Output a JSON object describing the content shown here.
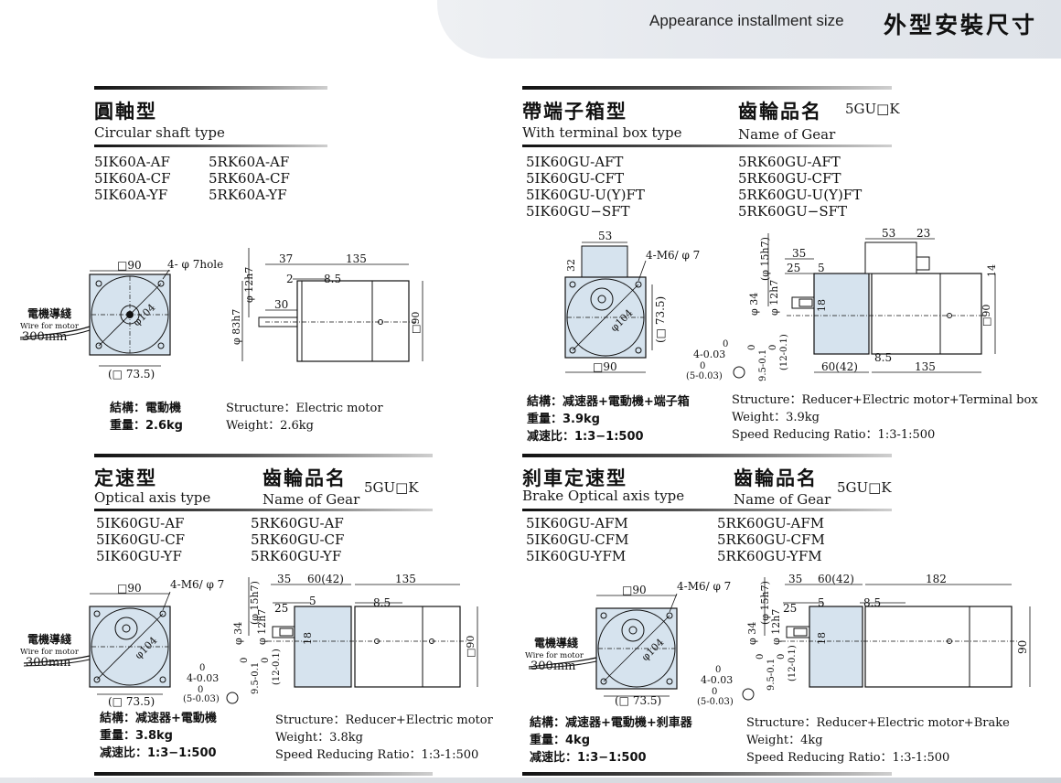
{
  "header": {
    "title_en": "Appearance installment size",
    "title_zh": "外型安裝尺寸"
  },
  "colors": {
    "motor_fill": "#d6e3ee",
    "line": "#111111",
    "header_bg": "#e6e9ee"
  },
  "sections": {
    "circular": {
      "title_zh": "圓軸型",
      "subtitle_en": "Circular shaft type",
      "models_left": [
        "5IK60A-AF",
        "5IK60A-CF",
        "5IK60A-YF"
      ],
      "models_right": [
        "5RK60A-AF",
        "5RK60A-CF",
        "5RK60A-YF"
      ],
      "spec_zh": [
        "結構：電動機",
        "重量：2.6kg"
      ],
      "spec_en": [
        "Structure：Electric motor",
        "Weight：2.6kg"
      ],
      "dims": {
        "sq": "□90",
        "hole": "4- φ 7hole",
        "pcd": "φ104",
        "bolt": "(□ 73.5)",
        "shaft": "φ 12h7",
        "body": "φ 83h7",
        "d37": "37",
        "d2": "2",
        "d85": "8.5",
        "d135": "135",
        "d30": "30",
        "sq_side": "□90",
        "wire_zh": "電機導綫",
        "wire_en": "Wire for motor",
        "wire_len": "300mm"
      }
    },
    "terminal": {
      "title_zh": "帶端子箱型",
      "subtitle_en": "With terminal box type",
      "gear_title_zh": "齒輪品名",
      "gear_code": "5GU□K",
      "gear_sub_en": "Name of Gear",
      "models_left": [
        "5IK60GU-AFT",
        "5IK60GU-CFT",
        "5IK60GU-U(Y)FT",
        "5IK60GU−SFT"
      ],
      "models_right": [
        "5RK60GU-AFT",
        "5RK60GU-CFT",
        "5RK60GU-U(Y)FT",
        "5RK60GU−SFT"
      ],
      "spec_zh": [
        "結構：减速器+電動機+端子箱",
        "重量：3.9kg",
        "减速比：1:3−1:500"
      ],
      "spec_en": [
        "Structure：Reducer+Electric motor+Terminal box",
        "Weight：3.9kg",
        "Speed Reducing Ratio：1:3-1:500"
      ],
      "dims": {
        "d53": "53",
        "d32": "32",
        "tap": "4-M6/ φ 7",
        "pcd": "φ104",
        "d735": "(□ 73.5)",
        "sq": "□90",
        "d53b": "53",
        "d23": "23",
        "d35": "35",
        "d25": "25",
        "d5": "5",
        "d14": "14",
        "shaft15": "(φ 15h7)",
        "shaft12": "φ 12h7",
        "d34": "φ 34",
        "d18": "18",
        "sq_side": "□90",
        "d6042": "60(42)",
        "d85": "8.5",
        "d135": "135",
        "key_a": "0",
        "key_b": "4-0.03",
        "key_c": "0",
        "key_d": "(5-0.03)",
        "key_e": "0",
        "key_f": "9.5-0.1",
        "key_g": "0",
        "key_h": "(12-0.1)"
      }
    },
    "optical": {
      "title_zh": "定速型",
      "subtitle_en": "Optical axis type",
      "gear_title_zh": "齒輪品名",
      "gear_code": "5GU□K",
      "gear_sub_en": "Name of Gear",
      "models_left": [
        "5IK60GU-AF",
        "5IK60GU-CF",
        "5IK60GU-YF"
      ],
      "models_right": [
        "5RK60GU-AF",
        "5RK60GU-CF",
        "5RK60GU-YF"
      ],
      "spec_zh": [
        "結構：减速器+電動機",
        "重量：3.8kg",
        "减速比：1:3−1:500"
      ],
      "spec_en": [
        "Structure：Reducer+Electric motor",
        "Weight：3.8kg",
        "Speed Reducing Ratio：1:3-1:500"
      ],
      "dims": {
        "sq": "□90",
        "tap": "4-M6/ φ 7",
        "pcd": "φ104",
        "d735": "(□ 73.5)",
        "d35": "35",
        "d6042": "60(42)",
        "d135": "135",
        "d25": "25",
        "d5": "5",
        "d85": "8.5",
        "shaft15": "(φ 15h7)",
        "shaft12": "φ 12h7",
        "d34": "φ 34",
        "d18": "18",
        "sq_side": "□90",
        "key_a": "0",
        "key_b": "4-0.03",
        "key_c": "0",
        "key_d": "(5-0.03)",
        "key_e": "0",
        "key_f": "9.5-0.1",
        "key_g": "0",
        "key_h": "(12-0.1)",
        "wire_zh": "電機導綫",
        "wire_en": "Wire for motor",
        "wire_len": "300mm"
      }
    },
    "brake": {
      "title_zh": "刹車定速型",
      "subtitle_en": "Brake Optical axis type",
      "gear_title_zh": "齒輪品名",
      "gear_code": "5GU□K",
      "gear_sub_en": "Name of Gear",
      "models_left": [
        "5IK60GU-AFM",
        "5IK60GU-CFM",
        "5IK60GU-YFM"
      ],
      "models_right": [
        "5RK60GU-AFM",
        "5RK60GU-CFM",
        "5RK60GU-YFM"
      ],
      "spec_zh": [
        "結構：减速器+電動機+刹車器",
        "重量：4kg",
        "减速比：1:3−1:500"
      ],
      "spec_en": [
        "Structure：Reducer+Electric motor+Brake",
        "Weight：4kg",
        "Speed Reducing Ratio：1:3-1:500"
      ],
      "dims": {
        "sq": "□90",
        "tap": "4-M6/ φ 7",
        "pcd": "φ104",
        "d735": "(□ 73.5)",
        "d35": "35",
        "d6042": "60(42)",
        "d182": "182",
        "d25": "25",
        "d5": "5",
        "d85": "8.5",
        "shaft15": "(φ 15h7)",
        "shaft12": "φ 12h7",
        "d34": "φ 34",
        "d18": "18",
        "side90": "90",
        "key_a": "0",
        "key_b": "4-0.03",
        "key_c": "0",
        "key_d": "(5-0.03)",
        "key_e": "0",
        "key_f": "9.5-0.1",
        "key_g": "0",
        "key_h": "(12-0.1)",
        "wire_zh": "電機導綫",
        "wire_en": "Wire for motor",
        "wire_len": "300mm"
      }
    }
  }
}
